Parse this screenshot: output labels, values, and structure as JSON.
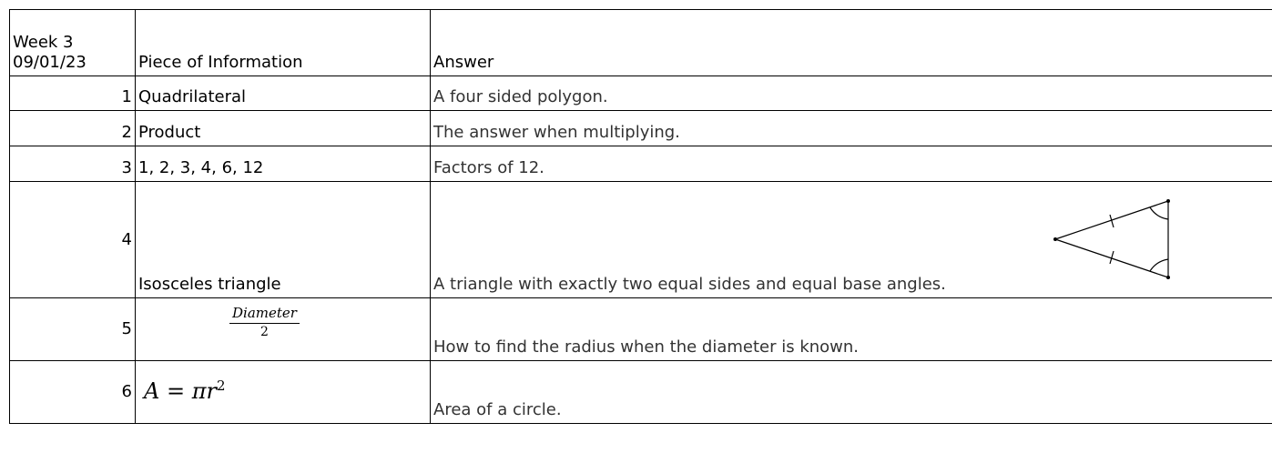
{
  "header": {
    "week": "Week 3",
    "date": "09/01/23",
    "info_col": "Piece of Information",
    "answer_col": "Answer"
  },
  "rows": [
    {
      "num": "1",
      "info": "Quadrilateral",
      "answer": "A four sided polygon."
    },
    {
      "num": "2",
      "info": "Product",
      "answer": "The answer when multiplying."
    },
    {
      "num": "3",
      "info": "1, 2, 3, 4, 6, 12",
      "answer": "Factors of 12."
    },
    {
      "num": "4",
      "info": "Isosceles triangle",
      "answer": "A triangle with exactly two equal sides and equal base angles."
    },
    {
      "num": "5",
      "info_numerator": "Diameter",
      "info_denominator": "2",
      "answer": "How to find the radius when the diameter is known."
    },
    {
      "num": "6",
      "info_formula_lhs": "A",
      "info_formula_op": " = ",
      "info_formula_rhs": "πr",
      "info_formula_exp": "2",
      "answer": "Area of a circle."
    }
  ],
  "icons": {
    "row4_diagram": "isosceles-triangle-icon"
  }
}
